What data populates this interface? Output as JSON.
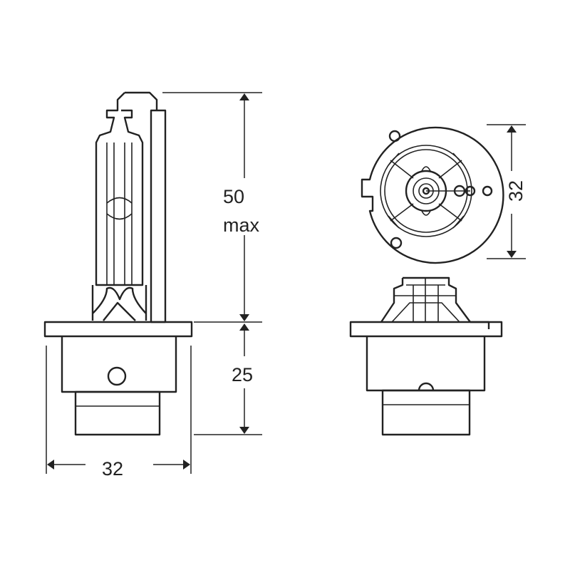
{
  "dimensions": {
    "height_upper": "50",
    "height_upper_suffix": "max",
    "height_lower": "25",
    "width_side": "32",
    "diameter_top": "32"
  },
  "colors": {
    "line": "#222222",
    "background": "#ffffff"
  }
}
